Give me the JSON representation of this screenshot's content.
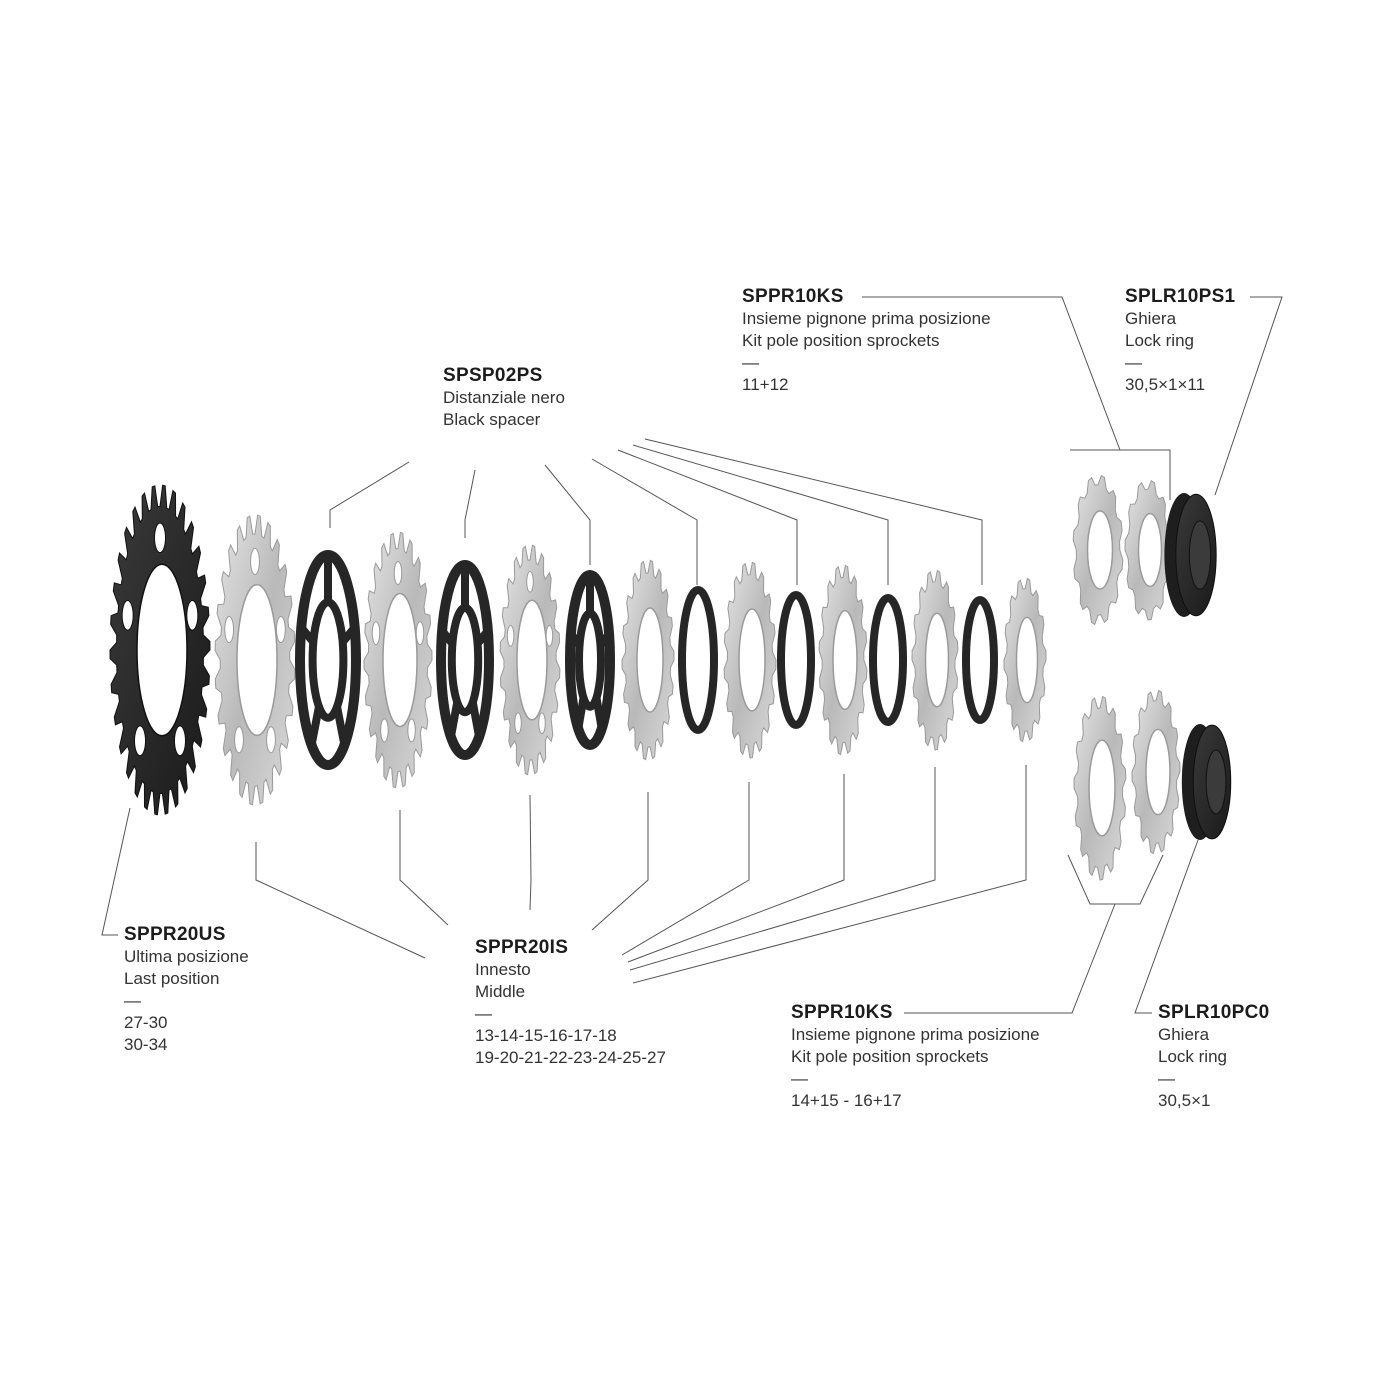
{
  "colors": {
    "silver": "#c9c9c9",
    "silver_dark": "#9a9a9a",
    "black_part": "#262626",
    "leader_line": "#555555"
  },
  "callouts": {
    "sppr10ks_top": {
      "code": "SPPR10KS",
      "lines": [
        "Insieme pignone prima posizione",
        "Kit pole position sprockets"
      ],
      "dash": "—",
      "values": [
        "11+12"
      ]
    },
    "splr10ps1": {
      "code": "SPLR10PS1",
      "lines": [
        "Ghiera",
        "Lock ring"
      ],
      "dash": "—",
      "values": [
        "30,5×1×11"
      ]
    },
    "spsp02ps": {
      "code": "SPSP02PS",
      "lines": [
        "Distanziale nero",
        "Black spacer"
      ]
    },
    "sppr20us": {
      "code": "SPPR20US",
      "lines": [
        "Ultima posizione",
        "Last position"
      ],
      "dash": "—",
      "values": [
        "27-30",
        "30-34"
      ]
    },
    "sppr20is": {
      "code": "SPPR20IS",
      "lines": [
        "Innesto",
        "Middle"
      ],
      "dash": "—",
      "values": [
        "13-14-15-16-17-18",
        "19-20-21-22-23-24-25-27"
      ]
    },
    "sppr10ks_bottom": {
      "code": "SPPR10KS",
      "lines": [
        "Insieme pignone prima posizione",
        "Kit pole position sprockets"
      ],
      "dash": "—",
      "values": [
        "14+15 - 16+17"
      ]
    },
    "splr10pc0": {
      "code": "SPLR10PC0",
      "lines": [
        "Ghiera",
        "Lock ring"
      ],
      "dash": "—",
      "values": [
        "30,5×1"
      ]
    }
  }
}
